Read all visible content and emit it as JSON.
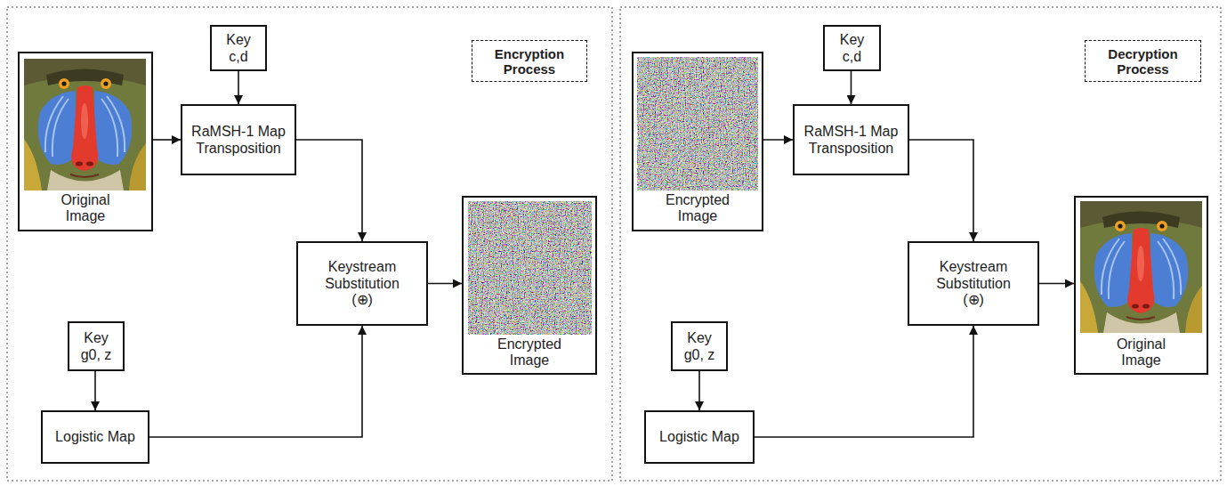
{
  "diagram": {
    "nodes": [
      {
        "text": [
          "Key c,d"
        ]
      },
      {
        "text": [
          "Original Image"
        ]
      },
      {
        "text": [
          "RaMSH-1 Map Transposition"
        ]
      },
      {
        "text": [
          "Encryption Process"
        ]
      },
      {
        "text": [
          "Keystream Substitution (⊕)"
        ]
      },
      {
        "text": [
          "Encrypted Image"
        ]
      },
      {
        "text": [
          "Key g0, z"
        ]
      },
      {
        "text": [
          "Logistic Map"
        ]
      },
      {
        "text": [
          "Key c,d"
        ]
      },
      {
        "text": [
          "Encrypted Image"
        ]
      },
      {
        "text": [
          "RaMSH-1 Map Transposition"
        ]
      },
      {
        "text": [
          "Decryption Process"
        ]
      },
      {
        "text": [
          "Keystream Substitution (⊕)"
        ]
      },
      {
        "text": [
          "Original Image"
        ]
      },
      {
        "text": [
          "Key g0, z"
        ]
      },
      {
        "text": [
          "Logistic Map"
        ]
      }
    ],
    "edges": [
      {
        "from": 0,
        "to": 2,
        "arrow": "to"
      },
      {
        "from": 1,
        "to": 2,
        "arrow": "to"
      },
      {
        "from": 2,
        "to": 4,
        "arrow": "to"
      },
      {
        "from": 4,
        "to": 5,
        "arrow": "to"
      },
      {
        "from": 6,
        "to": 7,
        "arrow": "to"
      },
      {
        "from": 7,
        "to": 4,
        "arrow": "to"
      },
      {
        "from": 8,
        "to": 10,
        "arrow": "to"
      },
      {
        "from": 9,
        "to": 10,
        "arrow": "to"
      },
      {
        "from": 10,
        "to": 12,
        "arrow": "to"
      },
      {
        "from": 12,
        "to": 13,
        "arrow": "to"
      },
      {
        "from": 14,
        "to": 15,
        "arrow": "to"
      },
      {
        "from": 15,
        "to": 12,
        "arrow": "to"
      }
    ]
  }
}
